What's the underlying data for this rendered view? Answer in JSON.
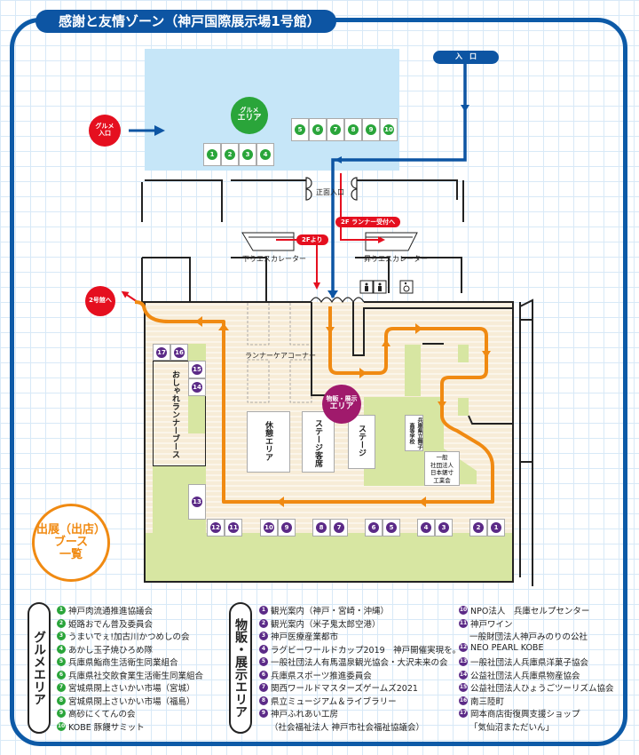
{
  "title": "感謝と友情ゾーン（神戸国際展示場1号館）",
  "labels": {
    "entrance": "入　口",
    "gourmet_entrance": [
      "グルメ",
      "入口"
    ],
    "gourmet_area": [
      "グルメ",
      "エリア"
    ],
    "main_entrance": "正面入口",
    "to_2f_runner": "2F ランナー受付へ",
    "from_2f": "2Fより",
    "escalator_down": "下りエスカレーター",
    "escalator_up": "昇りエスカレーター",
    "to_hall2": "2号館へ",
    "runner_care": "ランナーケアコーナー",
    "fashion_booth": "おしゃれランナーブース",
    "rest_area": "休憩エリア",
    "stage_seats": "ステージ客席",
    "stage": "ステージ",
    "merch_area": [
      "物販・展示",
      "エリア"
    ],
    "school": "兵庫県立舞子高等学校",
    "assoc": [
      "一般",
      "社団法人",
      "日本鋸寸",
      "工業会"
    ],
    "booth_list_circle": [
      "出展（出店）",
      "ブース",
      "一覧"
    ]
  },
  "gourmet_booths_top": [
    "5",
    "6",
    "7",
    "8",
    "9",
    "10"
  ],
  "gourmet_booths_bottom": [
    "1",
    "2",
    "3",
    "4"
  ],
  "hall_booths_bottom": [
    "12",
    "11",
    "10",
    "9",
    "8",
    "7",
    "6",
    "5",
    "4",
    "3",
    "2",
    "1"
  ],
  "hall_booths_left": [
    "17",
    "16",
    "15",
    "14",
    "13"
  ],
  "legend": {
    "gourmet_title": "グルメエリア",
    "gourmet_items": [
      {
        "n": "1",
        "t": "神戸肉流通推進協議会"
      },
      {
        "n": "2",
        "t": "姫路おでん普及委員会"
      },
      {
        "n": "3",
        "t": "うまいでぇ!加古川かつめしの会"
      },
      {
        "n": "4",
        "t": "あかし玉子焼ひろめ隊"
      },
      {
        "n": "5",
        "t": "兵庫県鮨商生活衛生同業組合"
      },
      {
        "n": "6",
        "t": "兵庫県社交飲食業生活衛生同業組合"
      },
      {
        "n": "7",
        "t": "宮城県閖上さいかい市場（宮城）"
      },
      {
        "n": "8",
        "t": "宮城県閖上さいかい市場（福島）"
      },
      {
        "n": "9",
        "t": "高砂にくてんの会"
      },
      {
        "n": "10",
        "t": "KOBE 豚饅サミット"
      }
    ],
    "merch_title": "物販・展示エリア",
    "merch_items": [
      {
        "n": "1",
        "t": "観光案内（神戸・宮崎・沖縄）"
      },
      {
        "n": "2",
        "t": "観光案内（米子鬼太郎空港）"
      },
      {
        "n": "3",
        "t": "神戸医療産業都市"
      },
      {
        "n": "4",
        "t": "ラグビーワールドカップ2019　神戸開催実現を。"
      },
      {
        "n": "5",
        "t": "一般社団法人有馬温泉観光協会・大沢未来の会"
      },
      {
        "n": "6",
        "t": "兵庫県スポーツ推進委員会"
      },
      {
        "n": "7",
        "t": "関西ワールドマスターズゲームズ2021"
      },
      {
        "n": "8",
        "t": "県立ミュージアム＆ライブラリー"
      },
      {
        "n": "9",
        "t": "神戸ふれあい工房",
        "sub": "（社会福祉法人 神戸市社会福祉協議会）"
      },
      {
        "n": "10",
        "t": "NPO法人　兵庫セルプセンター"
      },
      {
        "n": "11",
        "t": "神戸ワイン",
        "sub": "一般財団法人神戸みのりの公社"
      },
      {
        "n": "12",
        "t": "NEO PEARL KOBE"
      },
      {
        "n": "13",
        "t": "一般社団法人兵庫県洋菓子協会"
      },
      {
        "n": "14",
        "t": "公益社団法人兵庫県物産協会"
      },
      {
        "n": "15",
        "t": "公益社団法人ひょうごツーリズム協会"
      },
      {
        "n": "16",
        "t": "南三陸町"
      },
      {
        "n": "17",
        "t": "岡本商店街復興支援ショップ",
        "sub": "「気仙沼まただいん」"
      }
    ]
  },
  "colors": {
    "blue": "#0d55a3",
    "red": "#e50f1f",
    "green": "#2aa53a",
    "purple": "#5b2a87",
    "orange": "#f08a12",
    "lightblue": "#c6e6f8",
    "beige": "#f7ecd7",
    "lightgreen": "#d7e6a2"
  }
}
